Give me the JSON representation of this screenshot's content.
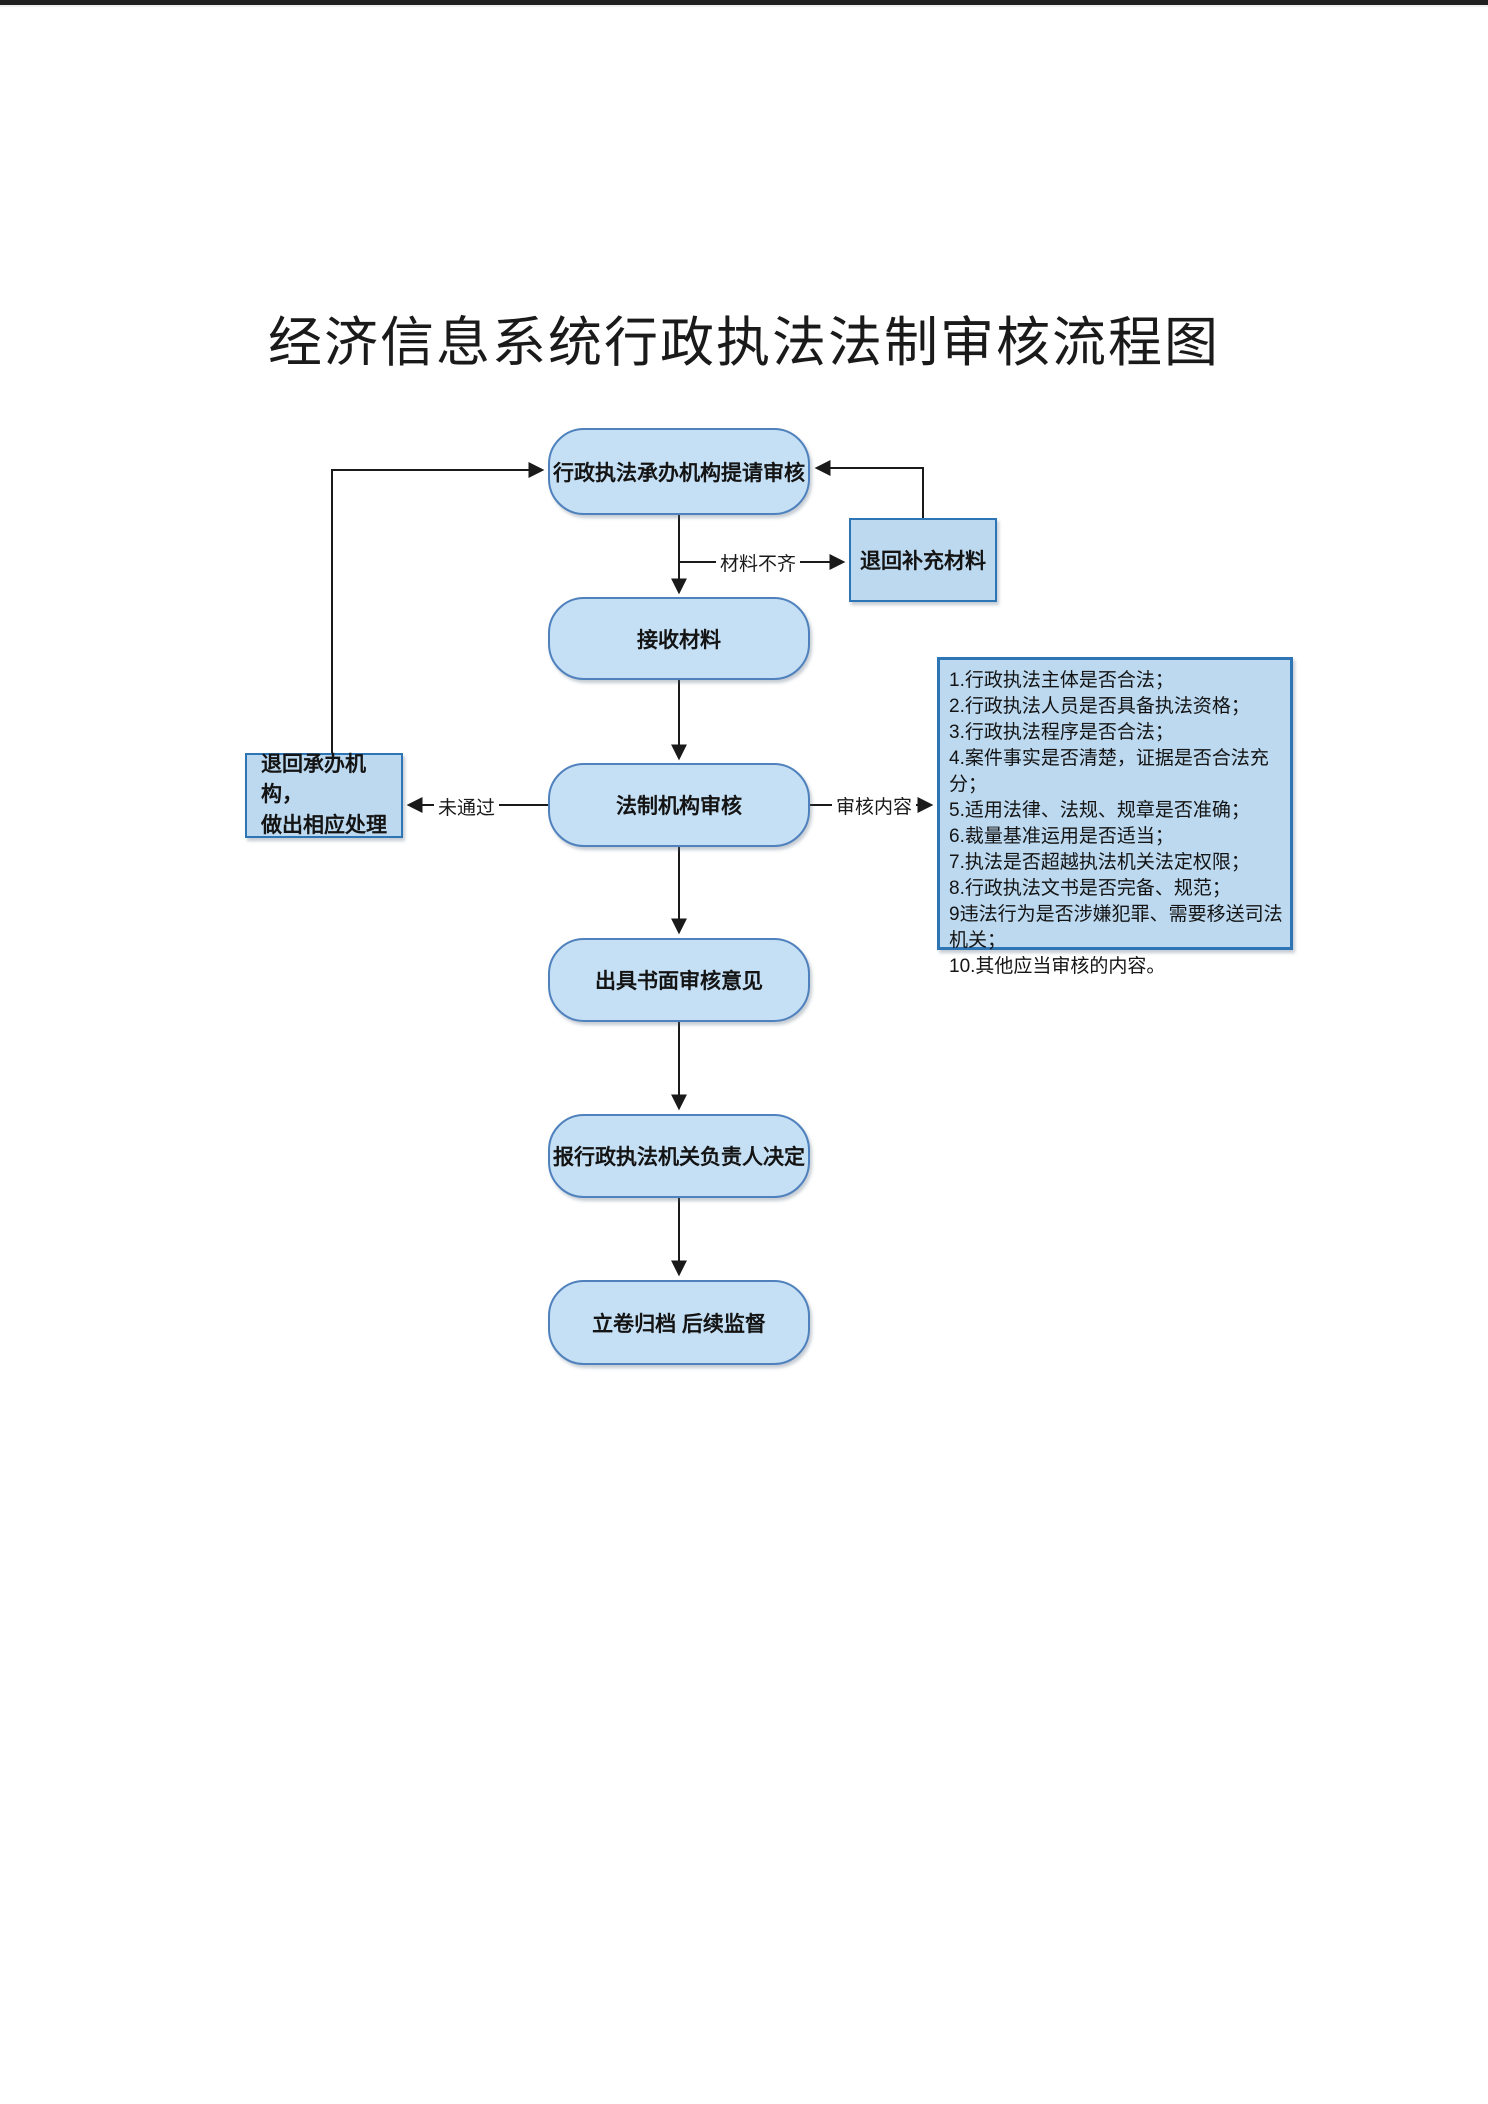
{
  "title": "经济信息系统行政执法法制审核流程图",
  "flow": {
    "nodes": [
      {
        "id": "start",
        "label": "行政执法承办机构提请审核"
      },
      {
        "id": "receive",
        "label": "接收材料"
      },
      {
        "id": "review",
        "label": "法制机构审核"
      },
      {
        "id": "opinion",
        "label": "出具书面审核意见"
      },
      {
        "id": "report",
        "label": "报行政执法机关负责人决定"
      },
      {
        "id": "archive",
        "label": "立卷归档 后续监督"
      }
    ],
    "return_supplement": {
      "label": "退回补充材料"
    },
    "return_agency": {
      "line1": "退回承办机构，",
      "line2": "做出相应处理"
    },
    "edge_labels": {
      "materials_incomplete": "材料不齐",
      "not_passed": "未通过",
      "review_content": "审核内容"
    },
    "review_items": [
      "1.行政执法主体是否合法；",
      "2.行政执法人员是否具备执法资格；",
      "3.行政执法程序是否合法；",
      "4.案件事实是否清楚，证据是否合法充分；",
      "5.适用法律、法规、规章是否准确；",
      "6.裁量基准运用是否适当；",
      "7.执法是否超越执法机关法定权限；",
      "8.行政执法文书是否完备、规范；",
      "9违法行为是否涉嫌犯罪、需要移送司法机关；",
      "10.其他应当审核的内容。"
    ]
  },
  "colors": {
    "node_fill": "#c5e0f5",
    "node_border": "#4f81bd",
    "rect_fill": "#bcd9f0",
    "rect_border": "#2e75b6",
    "connector_line": "#1a1a1a"
  }
}
